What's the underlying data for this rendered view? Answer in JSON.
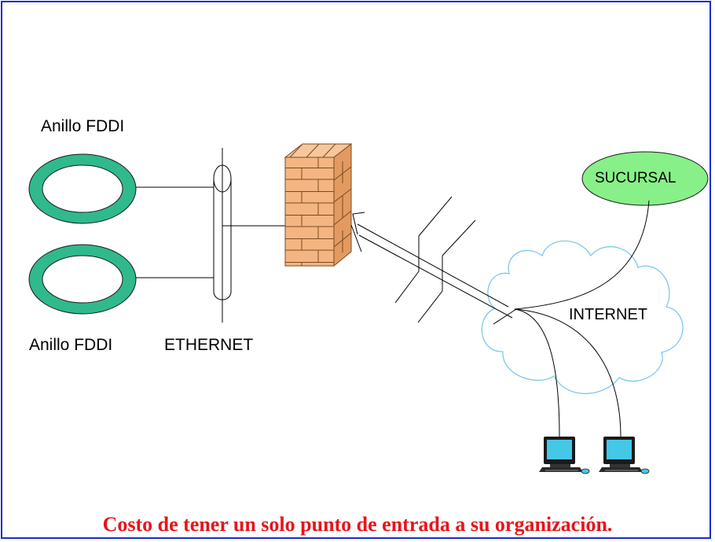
{
  "labels": {
    "ring_top": "Anillo FDDI",
    "ring_bottom": "Anillo FDDI",
    "ethernet": "ETHERNET",
    "branch": "SUCURSAL",
    "internet": "INTERNET"
  },
  "caption": "Costo de tener un solo punto de entrada a su organización.",
  "colors": {
    "frame": "#1c2bd1",
    "ring": "#30b98d",
    "branch": "#88f088",
    "cloud": "#7ec8ea",
    "caption": "#e8141b",
    "brick": "#f4b582"
  },
  "icons": [
    "fddi-ring-icon",
    "ethernet-bus-icon",
    "firewall-brick-wall-icon",
    "internet-cloud-icon",
    "branch-node-icon",
    "computer-icon"
  ]
}
